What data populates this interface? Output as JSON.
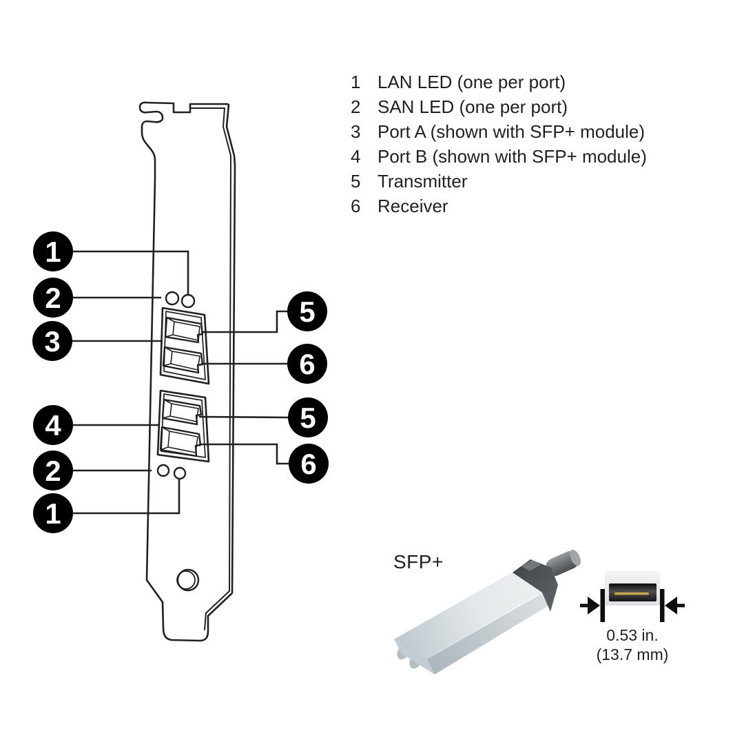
{
  "legend": {
    "items": [
      {
        "num": "1",
        "label": "LAN LED (one per port)"
      },
      {
        "num": "2",
        "label": "SAN LED (one per port)"
      },
      {
        "num": "3",
        "label": "Port A (shown with SFP+ module)"
      },
      {
        "num": "4",
        "label": "Port B (shown with SFP+ module)"
      },
      {
        "num": "5",
        "label": "Transmitter"
      },
      {
        "num": "6",
        "label": "Receiver"
      }
    ]
  },
  "callouts": {
    "left": [
      "1",
      "2",
      "3",
      "4",
      "2",
      "1"
    ],
    "right": [
      "5",
      "6",
      "5",
      "6"
    ]
  },
  "sfp_detail": {
    "label": "SFP+",
    "width_inches": "0.53 in.",
    "width_mm": "(13.7 mm)"
  },
  "colors": {
    "line": "#231f20",
    "callout_fill": "#000000",
    "callout_number": "#ffffff",
    "module_body_light": "#eceeef",
    "module_body_dark": "#bcc7cd",
    "module_latch": "#4a4d51",
    "connector_gold": "#c7a54e"
  }
}
